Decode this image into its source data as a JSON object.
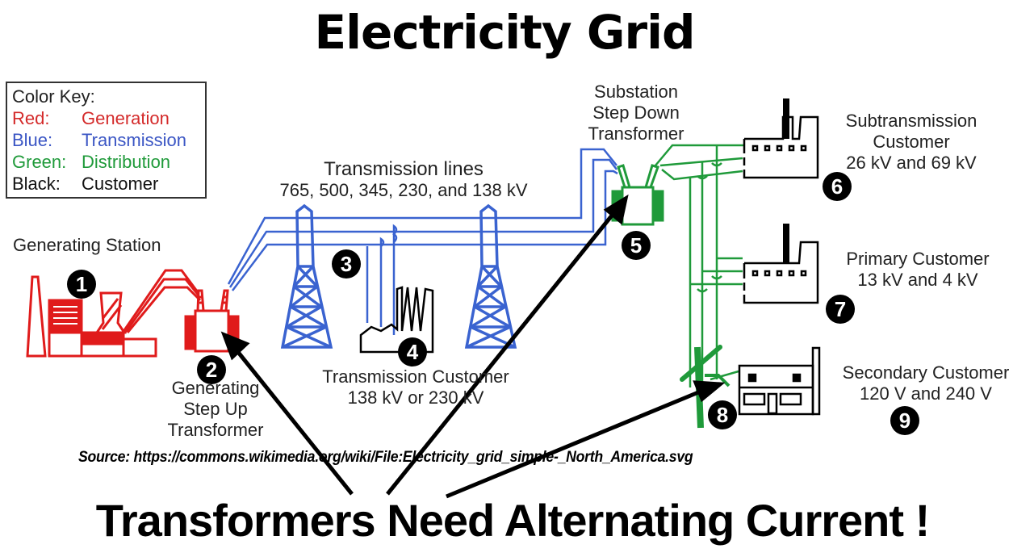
{
  "title": "Electricity Grid",
  "color_key": {
    "heading": "Color Key:",
    "rows": [
      {
        "key": "Red:",
        "value": "Generation",
        "color": "#d42a2a"
      },
      {
        "key": "Blue:",
        "value": "Transmission",
        "color": "#3a55c4"
      },
      {
        "key": "Green:",
        "value": "Distribution",
        "color": "#1f9a3a"
      },
      {
        "key": "Black:",
        "value": "Customer",
        "color": "#111111"
      }
    ]
  },
  "colors": {
    "generation": "#e01b1b",
    "transmission": "#3a63d0",
    "distribution": "#1f9a3a",
    "customer": "#000000"
  },
  "labels": {
    "generating_station": "Generating Station",
    "step_up": [
      "Generating",
      "Step Up",
      "Transformer"
    ],
    "transmission_lines": "Transmission lines",
    "transmission_voltages": "765, 500, 345, 230, and 138 kV",
    "transmission_customer": [
      "Transmission Customer",
      "138 kV or 230 kV"
    ],
    "substation": [
      "Substation",
      "Step Down",
      "Transformer"
    ],
    "subtransmission_customer": [
      "Subtransmission",
      "Customer",
      "26 kV and 69 kV"
    ],
    "primary_customer": [
      "Primary Customer",
      "13 kV and 4 kV"
    ],
    "secondary_customer": [
      "Secondary Customer",
      "120 V and 240 V"
    ]
  },
  "markers": [
    "1",
    "2",
    "3",
    "4",
    "5",
    "6",
    "7",
    "8",
    "9"
  ],
  "source": "Source: https://commons.wikimedia.org/wiki/File:Electricity_grid_simple-_North_America.svg",
  "caption": "Transformers Need Alternating Current !"
}
